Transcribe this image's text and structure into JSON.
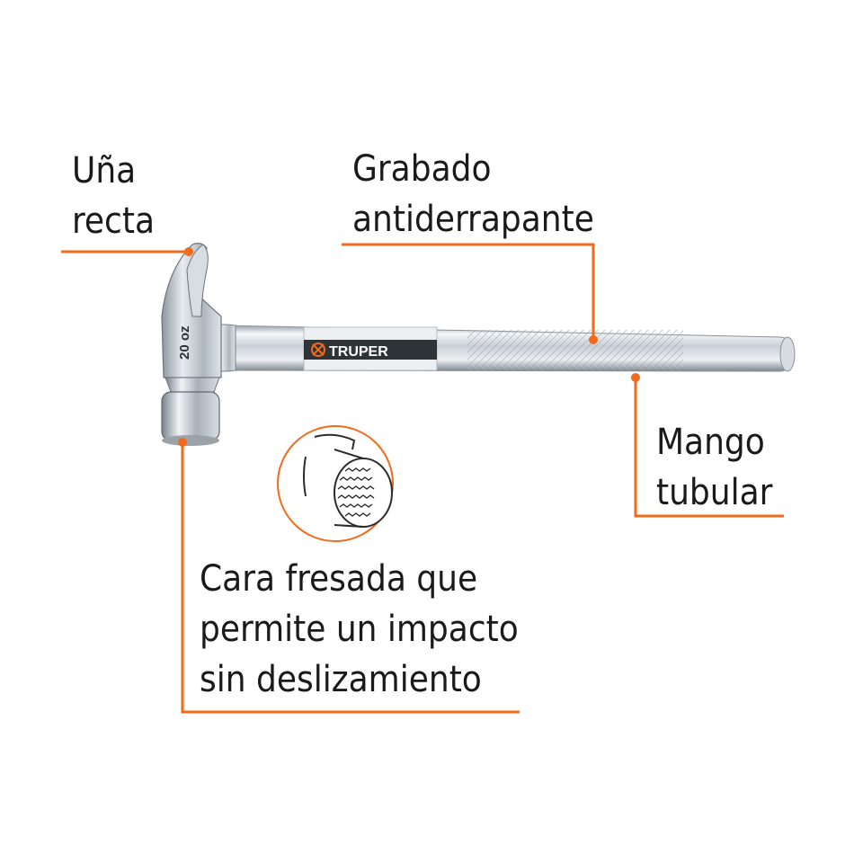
{
  "labels": {
    "una_recta": [
      "Uña",
      "recta"
    ],
    "grabado": [
      "Grabado",
      "antiderrapante"
    ],
    "mango": [
      "Mango",
      "tubular"
    ],
    "cara": [
      "Cara fresada que",
      "permite un impacto",
      "sin deslizamiento"
    ]
  },
  "hammer": {
    "brand": "TRUPER",
    "weight_mark": "20 oz"
  },
  "colors": {
    "accent": "#f26a1b",
    "text": "#1a1a1a",
    "steel_light": "#eef1f4",
    "steel_mid": "#b9c1c9",
    "steel_dark": "#6b737c",
    "band_dark": "#2e3338"
  }
}
